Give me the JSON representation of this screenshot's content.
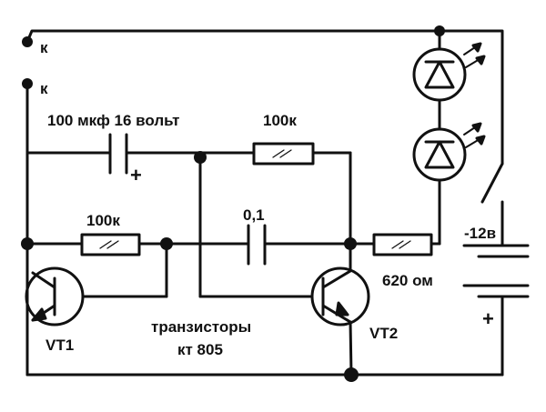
{
  "labels": {
    "contact_top": "к",
    "contact_bottom": "к",
    "cap_100uf": "100 мкф 16 вольт",
    "cap_plus": "+",
    "res_top": "100к",
    "res_left": "100к",
    "cap_01": "0,1",
    "res_620": "620 ом",
    "voltage": "-12в",
    "battery_plus": "+",
    "vt1": "VT1",
    "vt2": "VT2",
    "transistors_line1": "транзисторы",
    "transistors_line2": "кт 805"
  },
  "colors": {
    "ink": "#111111",
    "paper": "#ffffff",
    "fill": "#ffffff"
  }
}
